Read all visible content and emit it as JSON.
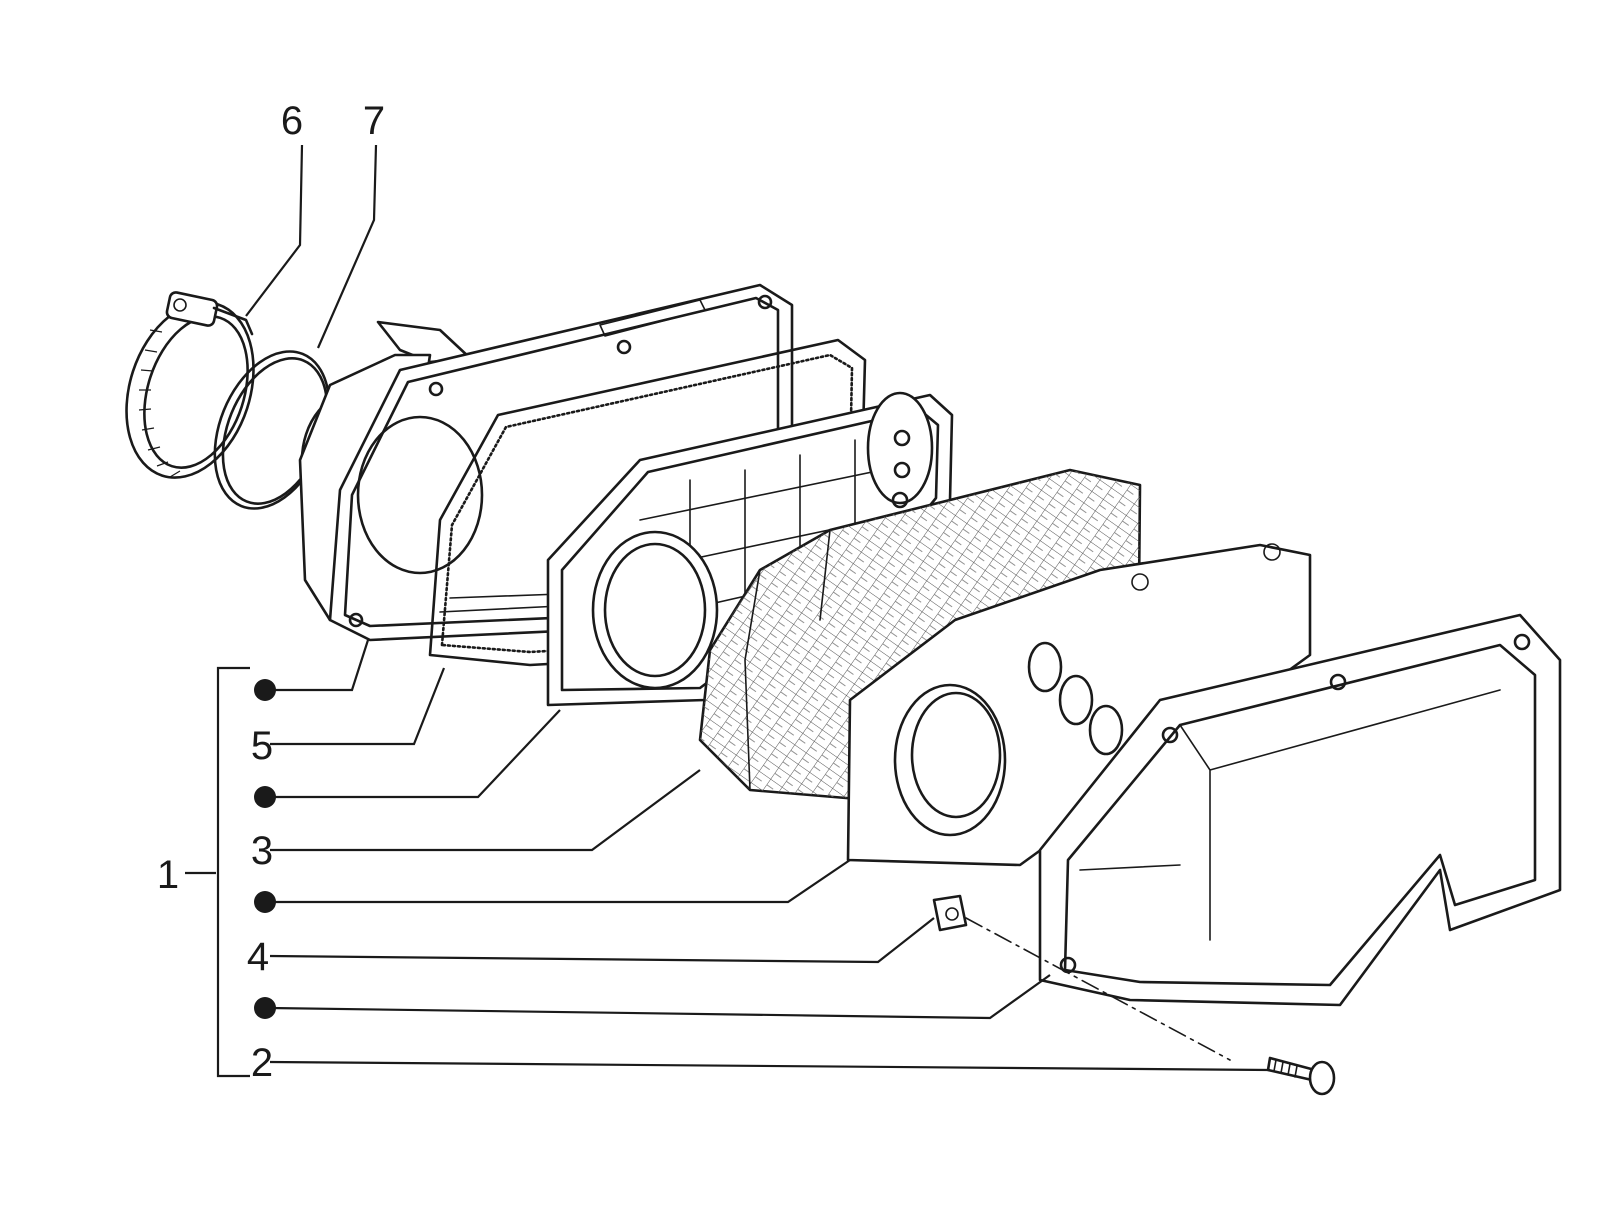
{
  "callouts": {
    "c1": "1",
    "c2": "2",
    "c3": "3",
    "c4": "4",
    "c5": "5",
    "c6": "6",
    "c7": "7"
  },
  "colors": {
    "ink": "#1a1a1a",
    "paper": "#ffffff"
  }
}
